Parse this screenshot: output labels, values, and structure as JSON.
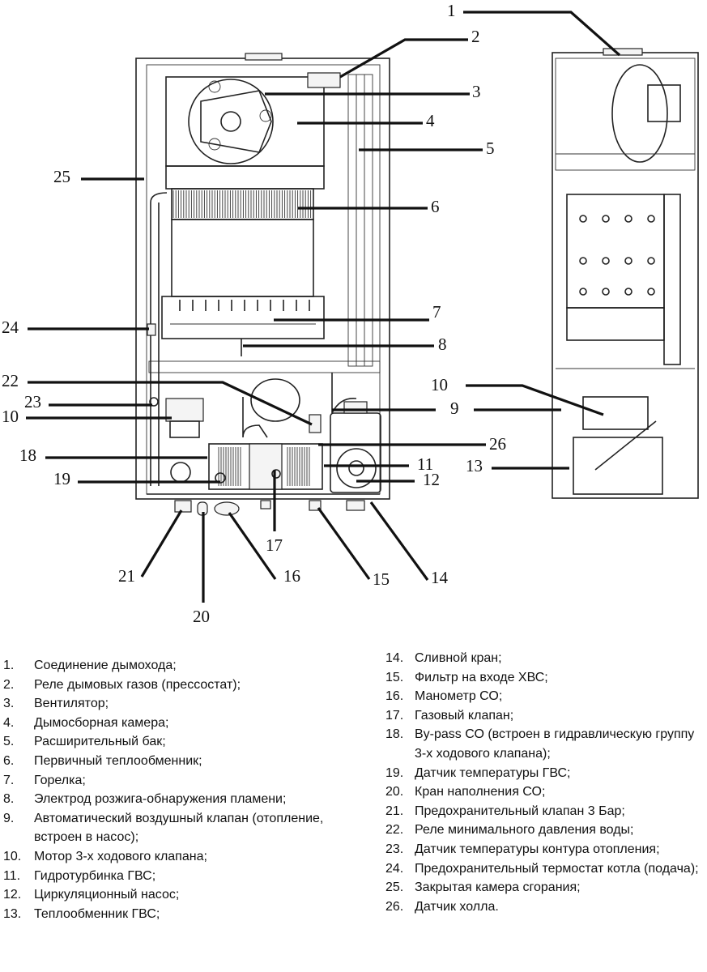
{
  "diagram": {
    "title": "Boiler internal components diagram",
    "views": [
      "front-view",
      "side-view"
    ],
    "callouts": [
      "1",
      "2",
      "3",
      "4",
      "5",
      "6",
      "7",
      "8",
      "9",
      "10",
      "10",
      "11",
      "12",
      "13",
      "14",
      "15",
      "16",
      "17",
      "18",
      "19",
      "20",
      "21",
      "22",
      "23",
      "24",
      "25",
      "26"
    ]
  },
  "legend": {
    "left": [
      {
        "num": "1.",
        "text": "Соединение дымохода;"
      },
      {
        "num": "2.",
        "text": "Реле дымовых газов (прессостат);"
      },
      {
        "num": "3.",
        "text": "Вентилятор;"
      },
      {
        "num": "4.",
        "text": "Дымосборная камера;"
      },
      {
        "num": "5.",
        "text": "Расширительный бак;"
      },
      {
        "num": "6.",
        "text": "Первичный теплообменник;"
      },
      {
        "num": "7.",
        "text": "Горелка;"
      },
      {
        "num": "8.",
        "text": "Электрод розжига-обнаружения пламени;"
      },
      {
        "num": "9.",
        "text": "Автоматический воздушный клапан (отопление, встроен в насос);"
      },
      {
        "num": "10.",
        "text": "Мотор 3-х ходового клапана;"
      },
      {
        "num": "11.",
        "text": "Гидротурбинка ГВС;"
      },
      {
        "num": "12.",
        "text": "Циркуляционный насос;"
      },
      {
        "num": "13.",
        "text": "Теплообменник ГВС;"
      }
    ],
    "right": [
      {
        "num": "14.",
        "text": "Сливной кран;"
      },
      {
        "num": "15.",
        "text": "Фильтр на входе ХВС;"
      },
      {
        "num": "16.",
        "text": "Манометр СО;"
      },
      {
        "num": "17.",
        "text": "Газовый клапан;"
      },
      {
        "num": "18.",
        "text": "By-pass СО (встроен в гидравлическую группу 3-х ходового клапана);"
      },
      {
        "num": "19.",
        "text": "Датчик температуры ГВС;"
      },
      {
        "num": "20.",
        "text": "Кран наполнения СО;"
      },
      {
        "num": "21.",
        "text": "Предохранительный клапан 3 Бар;"
      },
      {
        "num": "22.",
        "text": "Реле минимального давления воды;"
      },
      {
        "num": "23.",
        "text": "Датчик температуры контура отопления;"
      },
      {
        "num": "24.",
        "text": "Предохранительный термостат котла (подача);"
      },
      {
        "num": "25.",
        "text": "Закрытая камера сгорания;"
      },
      {
        "num": "26.",
        "text": "Датчик холла."
      }
    ]
  }
}
